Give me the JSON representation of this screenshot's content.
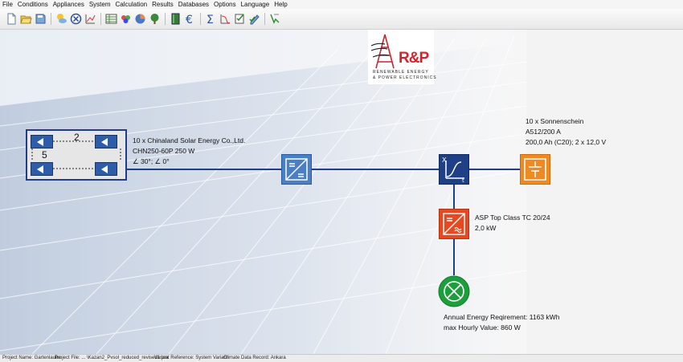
{
  "menu": [
    "File",
    "Conditions",
    "Appliances",
    "System",
    "Calculation",
    "Results",
    "Databases",
    "Options",
    "Language",
    "Help"
  ],
  "toolbar_icons": [
    "new-file-icon",
    "open-file-icon",
    "save-file-icon",
    "weather-icon",
    "cancel-icon",
    "chart-icon",
    "table-icon",
    "color-icon",
    "pie-chart-icon",
    "tree-icon",
    "book-icon",
    "euro-icon",
    "sum-icon",
    "curve-icon",
    "checklist-icon",
    "approve-icon",
    "info-icon"
  ],
  "logo": {
    "brand": "R&P",
    "line1": "RENEWABLE ENERGY",
    "line2": "& POWER ELECTRONICS"
  },
  "pv": {
    "line1": "10 x Chinaland Solar Energy Co.,Ltd.",
    "line2": "CHN250-60P 250 W",
    "line3": "∠ 30°; ∠ 0°",
    "strings": "2",
    "modules": "5"
  },
  "battery": {
    "line1": "10 x Sonnenschein",
    "line2": "A512/200 A",
    "line3": "200,0 Ah (C20); 2 x 12,0 V"
  },
  "inverter": {
    "line1": "ASP Top Class TC 20/24",
    "line2": "2,0 kW"
  },
  "load": {
    "line1": "Annual Energy Reqirement: 1163 kWh",
    "line2": "max Hourly Value: 860 W"
  },
  "colors": {
    "line": "#1f3f86",
    "charger": "#4a7fc4",
    "controller": "#1f3f86",
    "battery": "#ef8a22",
    "inverter": "#e8481f",
    "load": "#1d9e3c"
  },
  "status": {
    "project_name": "Project Name: Gartenlaube",
    "project_file": "Project File: ... \\Kazan2_Pvsol_reduced_revised1.pra",
    "variant": "Variant Reference: System Variant",
    "climate": "Climate Data Record: Ankara"
  }
}
